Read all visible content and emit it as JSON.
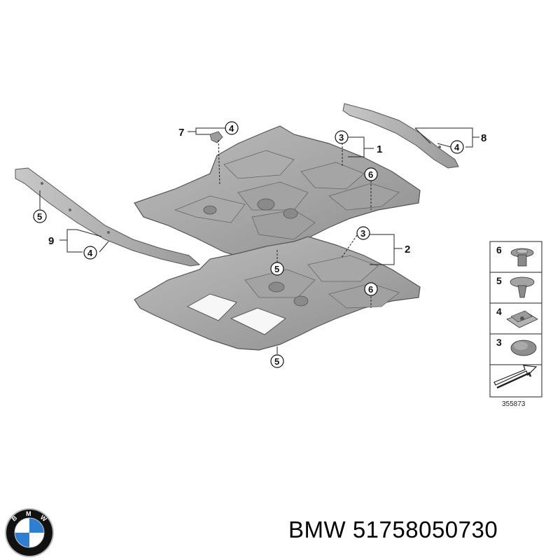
{
  "callouts": {
    "part_1": "1",
    "part_2": "2",
    "part_3_upper": "3",
    "part_3_lower": "3",
    "part_4_left": "4",
    "part_4_top": "4",
    "part_4_right": "4",
    "part_5_left": "5",
    "part_5_middle": "5",
    "part_5_bottom": "5",
    "part_6_upper": "6",
    "part_6_lower": "6",
    "part_7": "7",
    "part_8": "8",
    "part_9": "9"
  },
  "legend": {
    "items": [
      "6",
      "5",
      "4",
      "3"
    ],
    "diagram_number": "355873"
  },
  "caption": {
    "brand": "BMW",
    "part_number": "51758050730"
  },
  "logo": {
    "letters": "BMW",
    "colors": {
      "blue": "#2f7fd0",
      "white": "#ffffff",
      "ring": "#111111",
      "silver": "#b9b9b9"
    }
  }
}
